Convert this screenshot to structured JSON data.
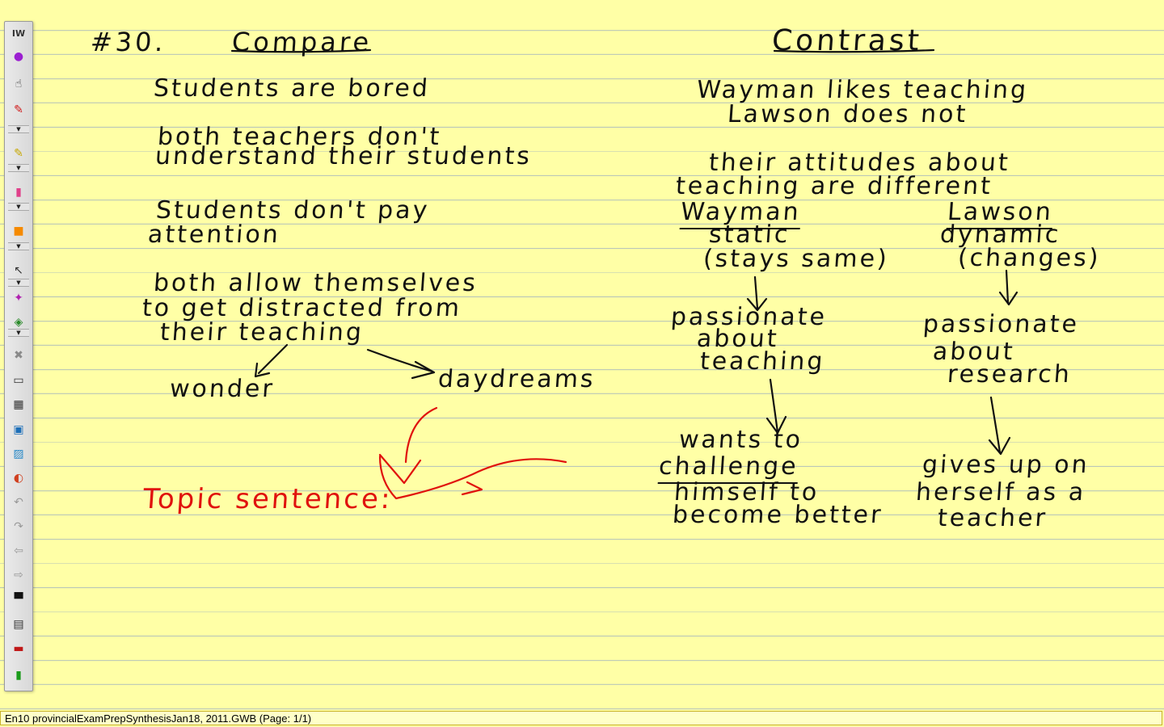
{
  "board": {
    "number": "#30.",
    "compare": {
      "heading": "Compare",
      "points": [
        "Students are bored",
        "both teachers don't",
        "understand their students",
        "Students don't pay",
        "attention",
        "both allow themselves",
        "to get distracted from",
        "their teaching"
      ],
      "branch_left": "wonder",
      "branch_right": "daydreams",
      "topic_sentence": "Topic sentence:"
    },
    "contrast": {
      "heading": "Contrast",
      "line1": "Wayman likes teaching",
      "line2": "Lawson does not",
      "line3": "their attitudes about",
      "line4": "teaching are different",
      "wayman": {
        "name": "Wayman",
        "type": "static",
        "note": "(stays same)",
        "passion": [
          "passionate",
          "about",
          "teaching"
        ],
        "outcome": [
          "wants to",
          "challenge",
          "himself to",
          "become better"
        ]
      },
      "lawson": {
        "name": "Lawson",
        "type": "dynamic",
        "note": "(changes)",
        "passion": [
          "passionate",
          "about",
          "research"
        ],
        "outcome": [
          "gives up on",
          "herself as a",
          "teacher"
        ]
      }
    }
  },
  "toolbar": {
    "logo": "IW",
    "tools": [
      {
        "name": "pen-tool-icon",
        "glyph": "●",
        "color": "#9b1fd1"
      },
      {
        "name": "hand-pointer-icon",
        "glyph": "☝",
        "color": "#333333"
      },
      {
        "name": "red-pen-icon",
        "glyph": "✎",
        "color": "#d01818"
      },
      {
        "name": "highlighter-icon",
        "glyph": "✎",
        "color": "#c7a800"
      },
      {
        "name": "eraser-icon",
        "glyph": "▮",
        "color": "#e0408a"
      },
      {
        "name": "color-swatch-icon",
        "glyph": "■",
        "color": "#f58a00"
      },
      {
        "name": "select-arrow-icon",
        "glyph": "↖",
        "color": "#333333"
      },
      {
        "name": "magic-wand-icon",
        "glyph": "✦",
        "color": "#b020b0"
      },
      {
        "name": "shape-tool-icon",
        "glyph": "◈",
        "color": "#2a8a2a"
      },
      {
        "name": "delete-icon",
        "glyph": "✖",
        "color": "#8a8a8a"
      },
      {
        "name": "blank-page-icon",
        "glyph": "▭",
        "color": "#333333"
      },
      {
        "name": "grid-page-icon",
        "glyph": "▦",
        "color": "#333333"
      },
      {
        "name": "camera-icon",
        "glyph": "▣",
        "color": "#1d6fb8"
      },
      {
        "name": "image-icon",
        "glyph": "▨",
        "color": "#2a8ac8"
      },
      {
        "name": "gallery-icon",
        "glyph": "◐",
        "color": "#d04020"
      },
      {
        "name": "undo-icon",
        "glyph": "↶",
        "color": "#9a9a9a"
      },
      {
        "name": "redo-icon",
        "glyph": "↷",
        "color": "#9a9a9a"
      },
      {
        "name": "back-arrow-icon",
        "glyph": "⇦",
        "color": "#9a9a9a"
      },
      {
        "name": "forward-arrow-icon",
        "glyph": "⇨",
        "color": "#9a9a9a"
      },
      {
        "name": "screen-shade-icon",
        "glyph": "▀",
        "color": "#111111"
      },
      {
        "name": "page-sorter-icon",
        "glyph": "▤",
        "color": "#333333"
      },
      {
        "name": "toolbox-icon",
        "glyph": "▬",
        "color": "#c01818"
      },
      {
        "name": "exit-door-icon",
        "glyph": "▮",
        "color": "#1a9a1a"
      }
    ]
  },
  "status": {
    "text": "En10 provincialExamPrepSynthesisJan18, 2011.GWB (Page: 1/1)"
  }
}
